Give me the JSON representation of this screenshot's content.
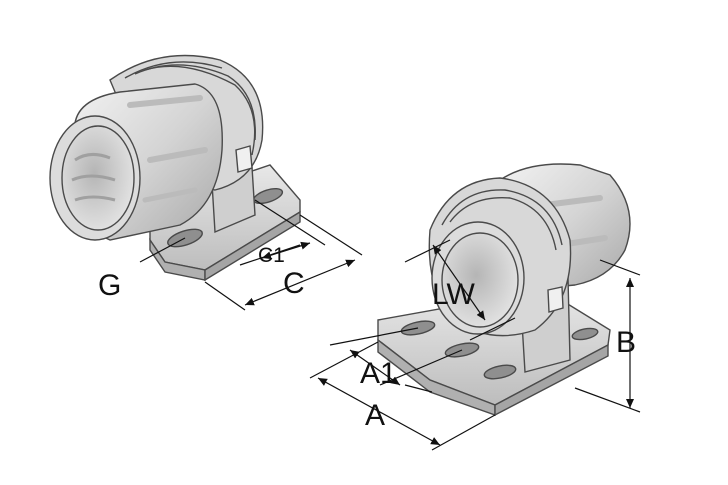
{
  "labels": {
    "G": "G",
    "C": "C",
    "C1": "C1",
    "LW": "LW",
    "A1": "A1",
    "A": "A",
    "B": "B"
  },
  "colors": {
    "metal_light": "#e6e6e6",
    "metal_mid": "#c9c9c9",
    "metal_dark": "#9a9a9a",
    "outline": "#4a4a4a",
    "dimension": "#111111"
  }
}
